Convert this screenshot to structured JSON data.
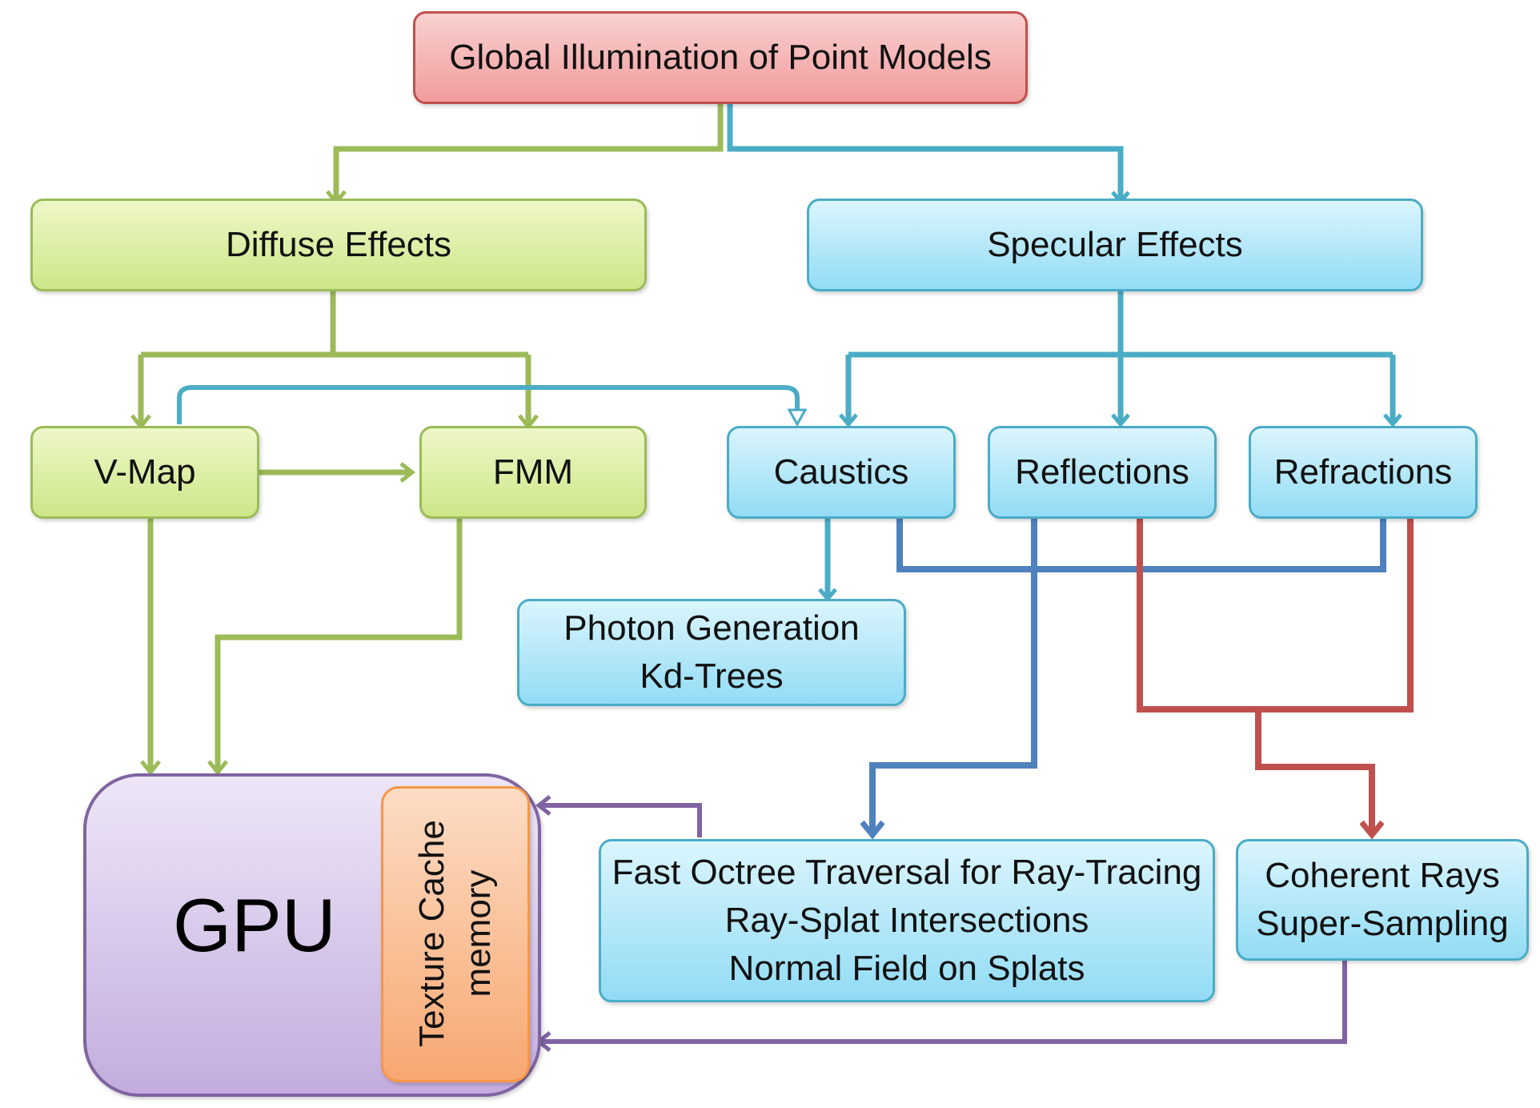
{
  "root": "Global Illumination of Point Models",
  "diffuse": "Diffuse Effects",
  "specular": "Specular Effects",
  "vmap": "V-Map",
  "fmm": "FMM",
  "caustics": "Caustics",
  "reflections": "Reflections",
  "refractions": "Refractions",
  "photon": [
    "Photon Generation",
    "Kd-Trees"
  ],
  "octree": [
    "Fast Octree Traversal for Ray-Tracing",
    "Ray-Splat Intersections",
    "Normal Field on Splats"
  ],
  "coherent": [
    "Coherent Rays",
    "Super-Sampling"
  ],
  "gpu": "GPU",
  "texture": [
    "Texture Cache",
    "memory"
  ],
  "colors": {
    "green": "#9bbb59",
    "blue_light": "#4bacc6",
    "blue_dark": "#4f81bd",
    "red": "#c0504d",
    "purple": "#8064a2",
    "orange": "#f79646"
  }
}
